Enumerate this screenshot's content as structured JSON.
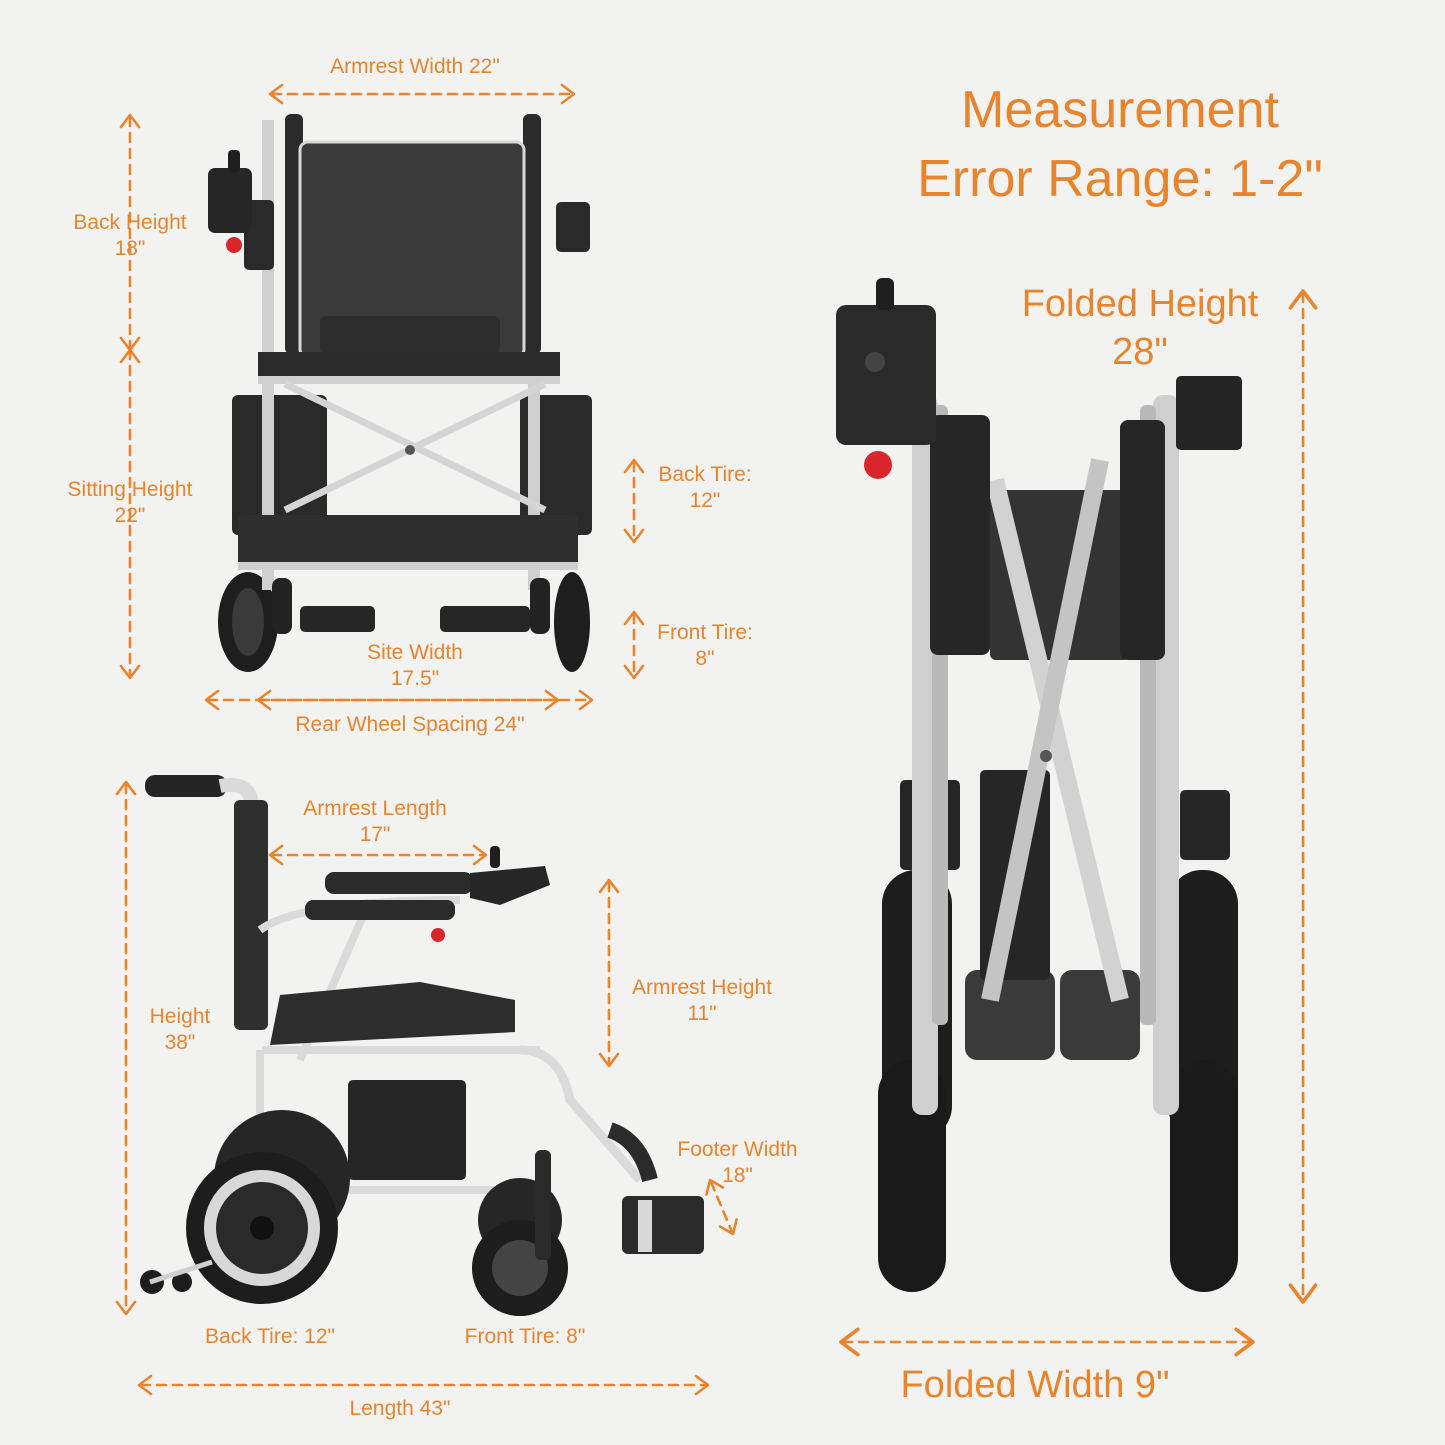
{
  "colors": {
    "accent": "#e8852c",
    "frame_dark": "#2b2b2b",
    "frame_silver": "#c9c9c9",
    "knob_red": "#d9262b",
    "background": "#f2f2f1"
  },
  "headline": {
    "line1": "Measurement",
    "line2": "Error Range: 1-2\""
  },
  "front_view": {
    "armrest_width": "Armrest Width 22\"",
    "back_height": {
      "label": "Back Height",
      "value": "18\""
    },
    "sitting_height": {
      "label": "Sitting Height",
      "value": "22\""
    },
    "back_tire": {
      "label": "Back Tire:",
      "value": "12\""
    },
    "front_tire": {
      "label": "Front Tire:",
      "value": "8\""
    },
    "site_width": {
      "label": "Site Width",
      "value": "17.5\""
    },
    "rear_wheel_spacing": "Rear Wheel Spacing 24\""
  },
  "side_view": {
    "armrest_length": {
      "label": "Armrest Length",
      "value": "17\""
    },
    "height": {
      "label": "Height",
      "value": "38\""
    },
    "armrest_height": {
      "label": "Armrest Height",
      "value": "11\""
    },
    "footer_width": {
      "label": "Footer Width",
      "value": "18\""
    },
    "back_tire": "Back Tire: 12\"",
    "front_tire": "Front Tire: 8\"",
    "length": "Length 43\""
  },
  "folded_view": {
    "folded_height": {
      "label": "Folded Height",
      "value": "28\""
    },
    "folded_width": "Folded Width 9\""
  }
}
